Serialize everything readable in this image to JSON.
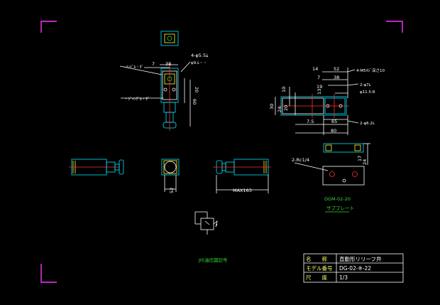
{
  "top_view": {
    "label_left_upper": "・ﾊﾝﾄﾞﾙ・ﾀﾞ",
    "label_left_lower": "・ｼﾞｬﾝｸﾞﾙ・ﾀﾞ",
    "dim_7": "7",
    "dim_38": "38",
    "dim_holes": "4-φ5.5ﾑ",
    "dim_holes_sub": "φ9.ﾑ・・",
    "dim_20": "20",
    "dim_60": "60"
  },
  "side_views": {
    "dim_52": "52",
    "dim_max163": "MAX163"
  },
  "right_view": {
    "dim_14": "14",
    "dim_52": "52",
    "dim_7": "7",
    "dim_38": "38",
    "dim_19": "19",
    "dim_13": "13",
    "dim_m5": "4-M5ﾈｼﾞ深さ10",
    "dim_o7": "2-φ7ﾑ",
    "dim_o11": "φ11.5-8",
    "dim_30": "30",
    "dim_24": "24",
    "dim_20": "20",
    "dim_10": "10",
    "dim_o62": "2-φ6.2ﾑ",
    "dim_65": "65",
    "dim_75": "7.5",
    "dim_80": "80"
  },
  "subplate": {
    "dim_rc": "2-Rc1/4",
    "dim_17": "17",
    "dim_24": "24",
    "model": "DGM-02-20",
    "name": "サブプレート"
  },
  "jis_caption": "JIS油圧図記号",
  "title_block": {
    "rows": [
      {
        "label": "名　　称",
        "value": "直動形リリーフ弁"
      },
      {
        "label": "モデル番号",
        "value": "DG-02-※-22"
      },
      {
        "label": "尺　　度",
        "value": "1/3"
      }
    ]
  },
  "colors": {
    "background": "#000000",
    "outline": "#ffffff",
    "component": "#00e5ff",
    "accent": "#ffff33",
    "centerline": "#ff3030",
    "annotation": "#33dd33",
    "frame_corner": "#ff33ff"
  }
}
